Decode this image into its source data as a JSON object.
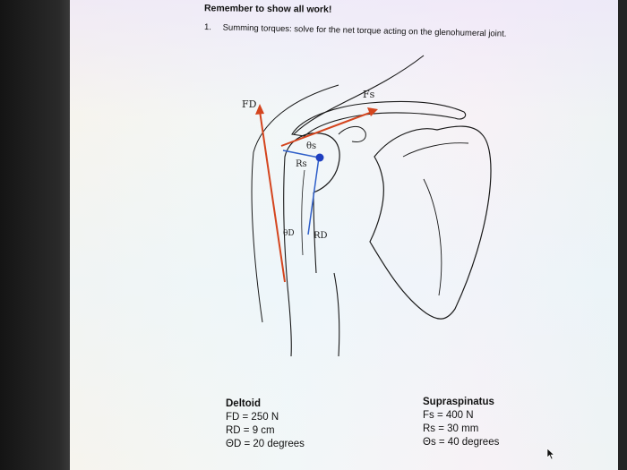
{
  "header": {
    "title": "Remember to show all work!"
  },
  "question": {
    "number": "1.",
    "text": "Summing torques: solve for the net torque acting on the glenohumeral joint."
  },
  "diagram": {
    "labels": {
      "fd": "FD",
      "fs": "Fs",
      "theta_s": "θs",
      "rs": "Rs",
      "theta_d": "θD",
      "rd": "RD"
    },
    "colors": {
      "force_arrow": "#d4451e",
      "moment_arm": "#2f5fc9",
      "joint_center": "#1f3fc0",
      "bone_outline": "#1a1a1a"
    }
  },
  "deltoid": {
    "title": "Deltoid",
    "force": "FD = 250 N",
    "radius": "RD = 9 cm",
    "angle": "ΘD = 20 degrees"
  },
  "supraspinatus": {
    "title": "Supraspinatus",
    "force": "Fs = 400 N",
    "radius": "Rs = 30 mm",
    "angle": "Θs = 40 degrees"
  },
  "cursor": {
    "icon": "mouse-pointer-icon"
  }
}
